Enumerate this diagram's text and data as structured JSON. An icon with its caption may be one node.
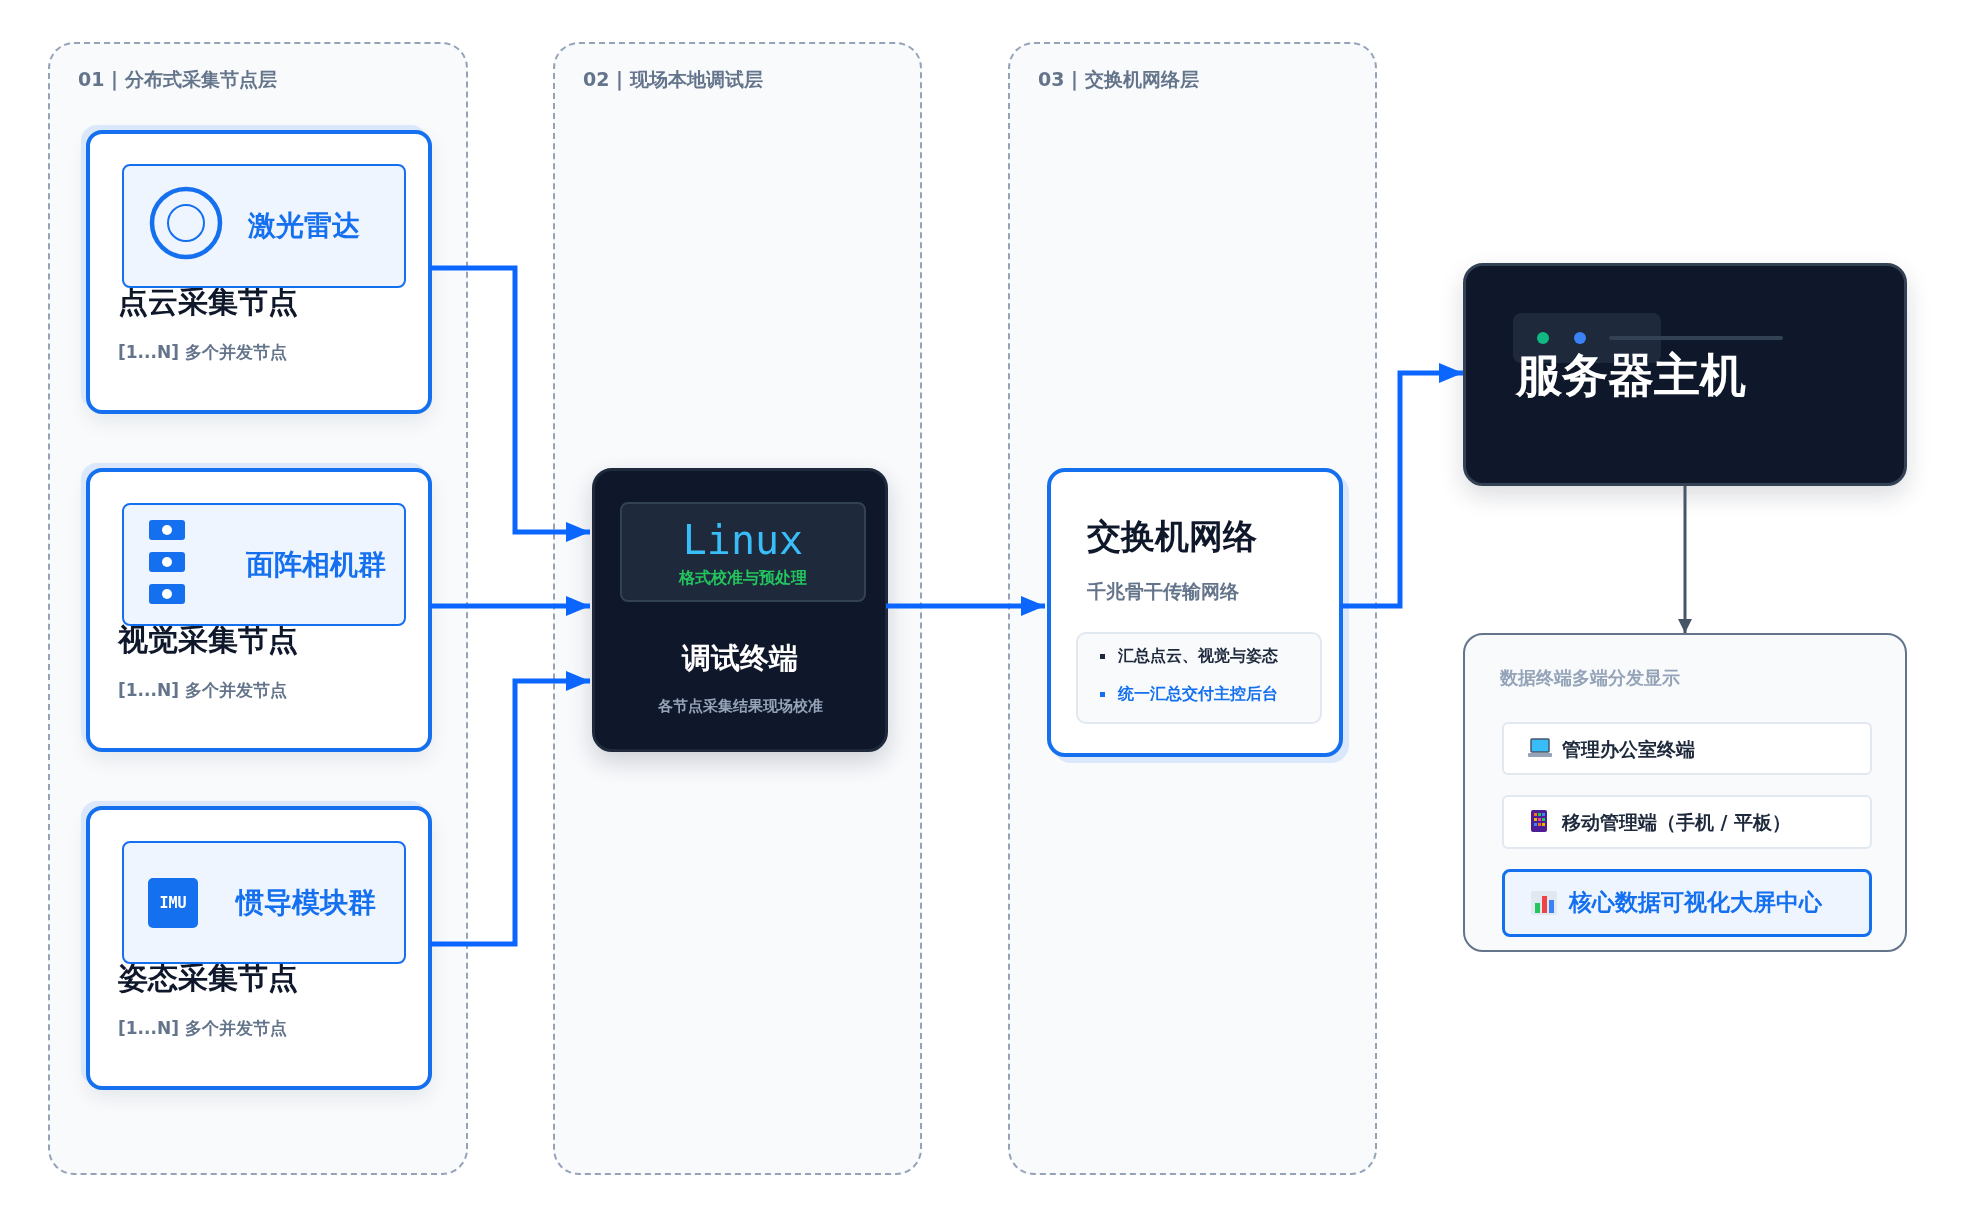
{
  "diagram": {
    "nodes": [
      {
        "text": [
          "01 | 分布式采集节点层"
        ]
      },
      {
        "text": [
          "点云采集节点",
          "[1...N] 多个并发节点"
        ],
        "in": 0
      },
      {
        "text": [
          "激光雷达"
        ],
        "in": 1
      },
      {
        "text": [
          "视觉采集节点",
          "[1...N] 多个并发节点"
        ],
        "in": 0
      },
      {
        "text": [
          "面阵相机群"
        ],
        "in": 3
      },
      {
        "text": [
          "姿态采集节点",
          "[1...N] 多个并发节点"
        ],
        "in": 0
      },
      {
        "text": [
          "惯导模块群"
        ],
        "in": 5
      },
      {
        "text": [
          "IMU"
        ],
        "in": 6
      },
      {
        "text": [
          "02 | 现场本地调试层"
        ]
      },
      {
        "text": [
          "调试终端",
          "各节点采集结果现场校准"
        ],
        "in": 8
      },
      {
        "text": [
          "Linux",
          "格式校准与预处理"
        ],
        "in": 9
      },
      {
        "text": [
          "03 | 交换机网络层"
        ]
      },
      {
        "text": [
          "交换机网络",
          "千兆骨干传输网络"
        ],
        "in": 11
      },
      {
        "text": [
          "汇总点云、视觉与姿态",
          "统一汇总交付主控后台"
        ],
        "in": 12
      },
      {
        "text": [
          "服务器主机"
        ]
      },
      {
        "text": [
          "数据终端多端分发显示"
        ]
      },
      {
        "text": [
          "管理办公室终端"
        ],
        "in": 15
      },
      {
        "text": [
          "移动管理端（手机 / 平板）"
        ],
        "in": 15
      },
      {
        "text": [
          "核心数据可视化大屏中心"
        ],
        "in": 15
      }
    ],
    "edges": [
      {
        "from": 1,
        "to": 9,
        "arrow": "to"
      },
      {
        "from": 3,
        "to": 9,
        "arrow": "to"
      },
      {
        "from": 5,
        "to": 9,
        "arrow": "to"
      },
      {
        "from": 9,
        "to": 12,
        "arrow": "to"
      },
      {
        "from": 12,
        "to": 14,
        "arrow": "to"
      },
      {
        "from": 14,
        "to": 15,
        "arrow": "to",
        "color": "#475569"
      }
    ]
  }
}
